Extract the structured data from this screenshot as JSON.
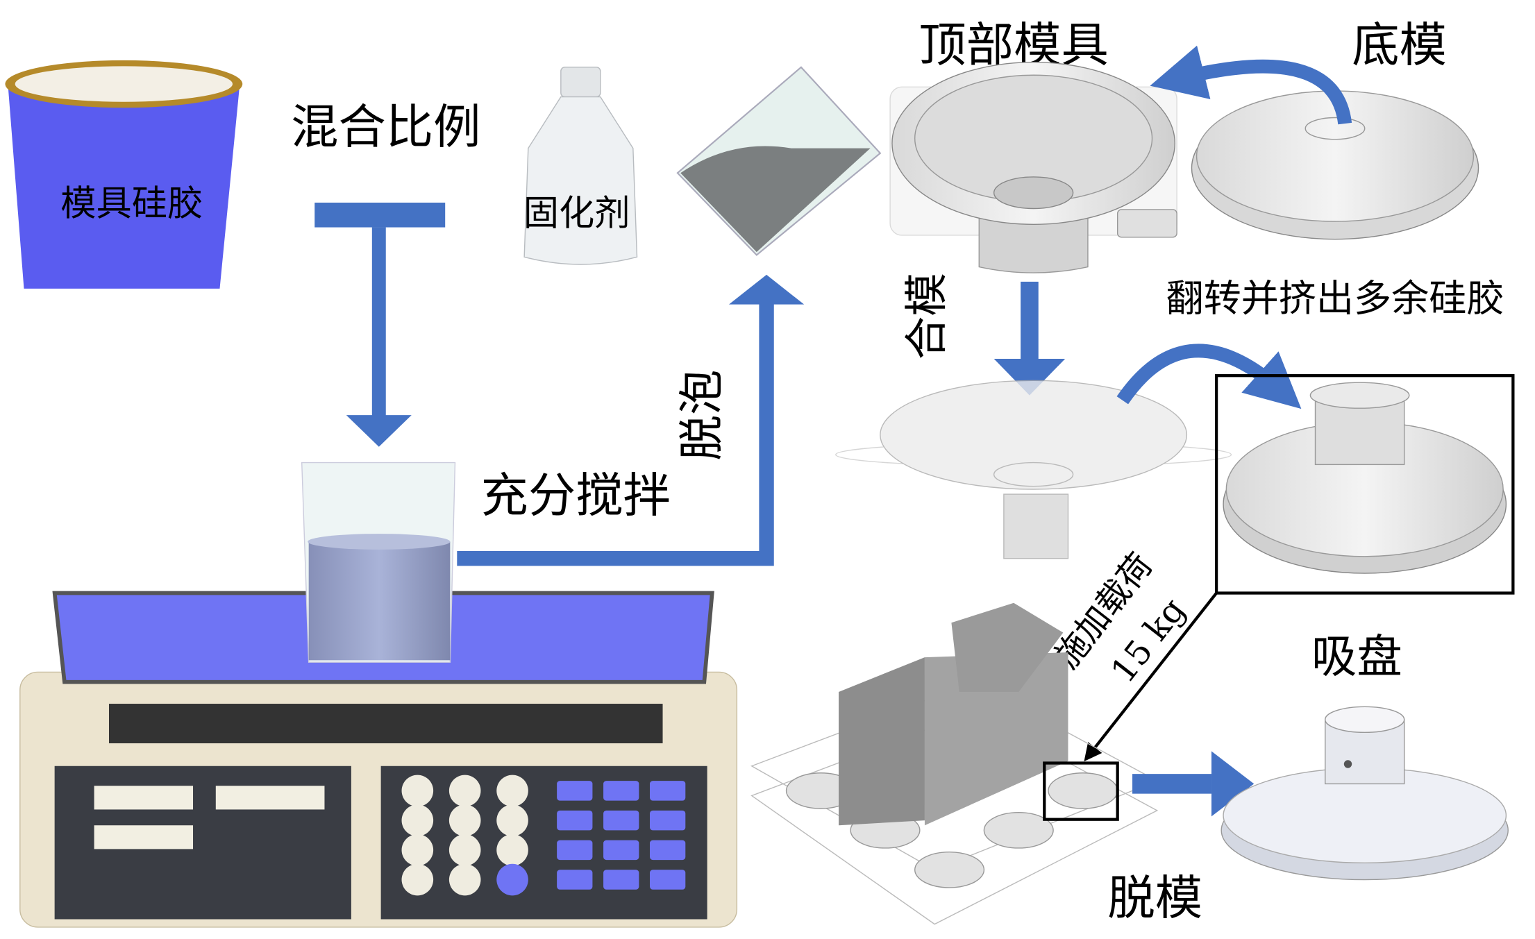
{
  "labels": {
    "silicone": "模具硅胶",
    "mix_ratio": "混合比例",
    "curing_agent": "固化剂",
    "stir": "充分搅拌",
    "degas": "脱泡",
    "top_mold": "顶部模具",
    "bottom_mold": "底模",
    "close_mold": "合模",
    "flip_squeeze": "翻转并挤出多余硅胶",
    "apply_load": "施加载荷",
    "load_value": "15 kg",
    "suction_cup": "吸盘",
    "demold": "脱模"
  },
  "colors": {
    "arrow": "#4472c4",
    "bucket": "#5a5cf0",
    "bucket_rim": "#b58a2a",
    "scale_tray": "#6f74f4"
  }
}
